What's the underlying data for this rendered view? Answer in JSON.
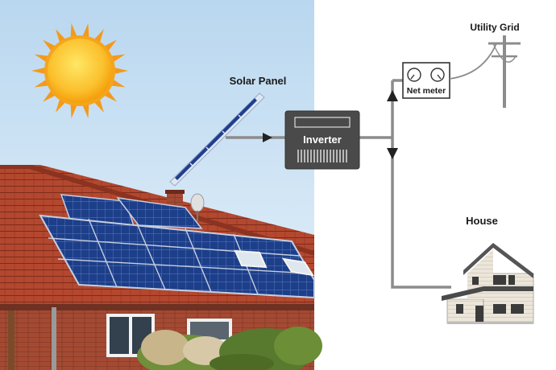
{
  "labels": {
    "solar_panel": "Solar Panel",
    "inverter": "Inverter",
    "net_meter": "Net meter",
    "utility_grid": "Utility Grid",
    "house": "House"
  },
  "colors": {
    "sky_top": "#bcd9f0",
    "sky_bottom": "#e6f1fa",
    "sun_rays": "#f39a1b",
    "sun_core": "#fdd835",
    "roof_tile": "#b5452f",
    "solar_cell": "#1c3f8c",
    "wire": "#8c8c8c",
    "inverter_body": "#4a4a4a",
    "label_text": "#1a1a1a"
  },
  "icons": [
    "sun-icon",
    "solar-panel-icon",
    "inverter-icon",
    "net-meter-icon",
    "utility-pole-icon",
    "house-icon"
  ]
}
